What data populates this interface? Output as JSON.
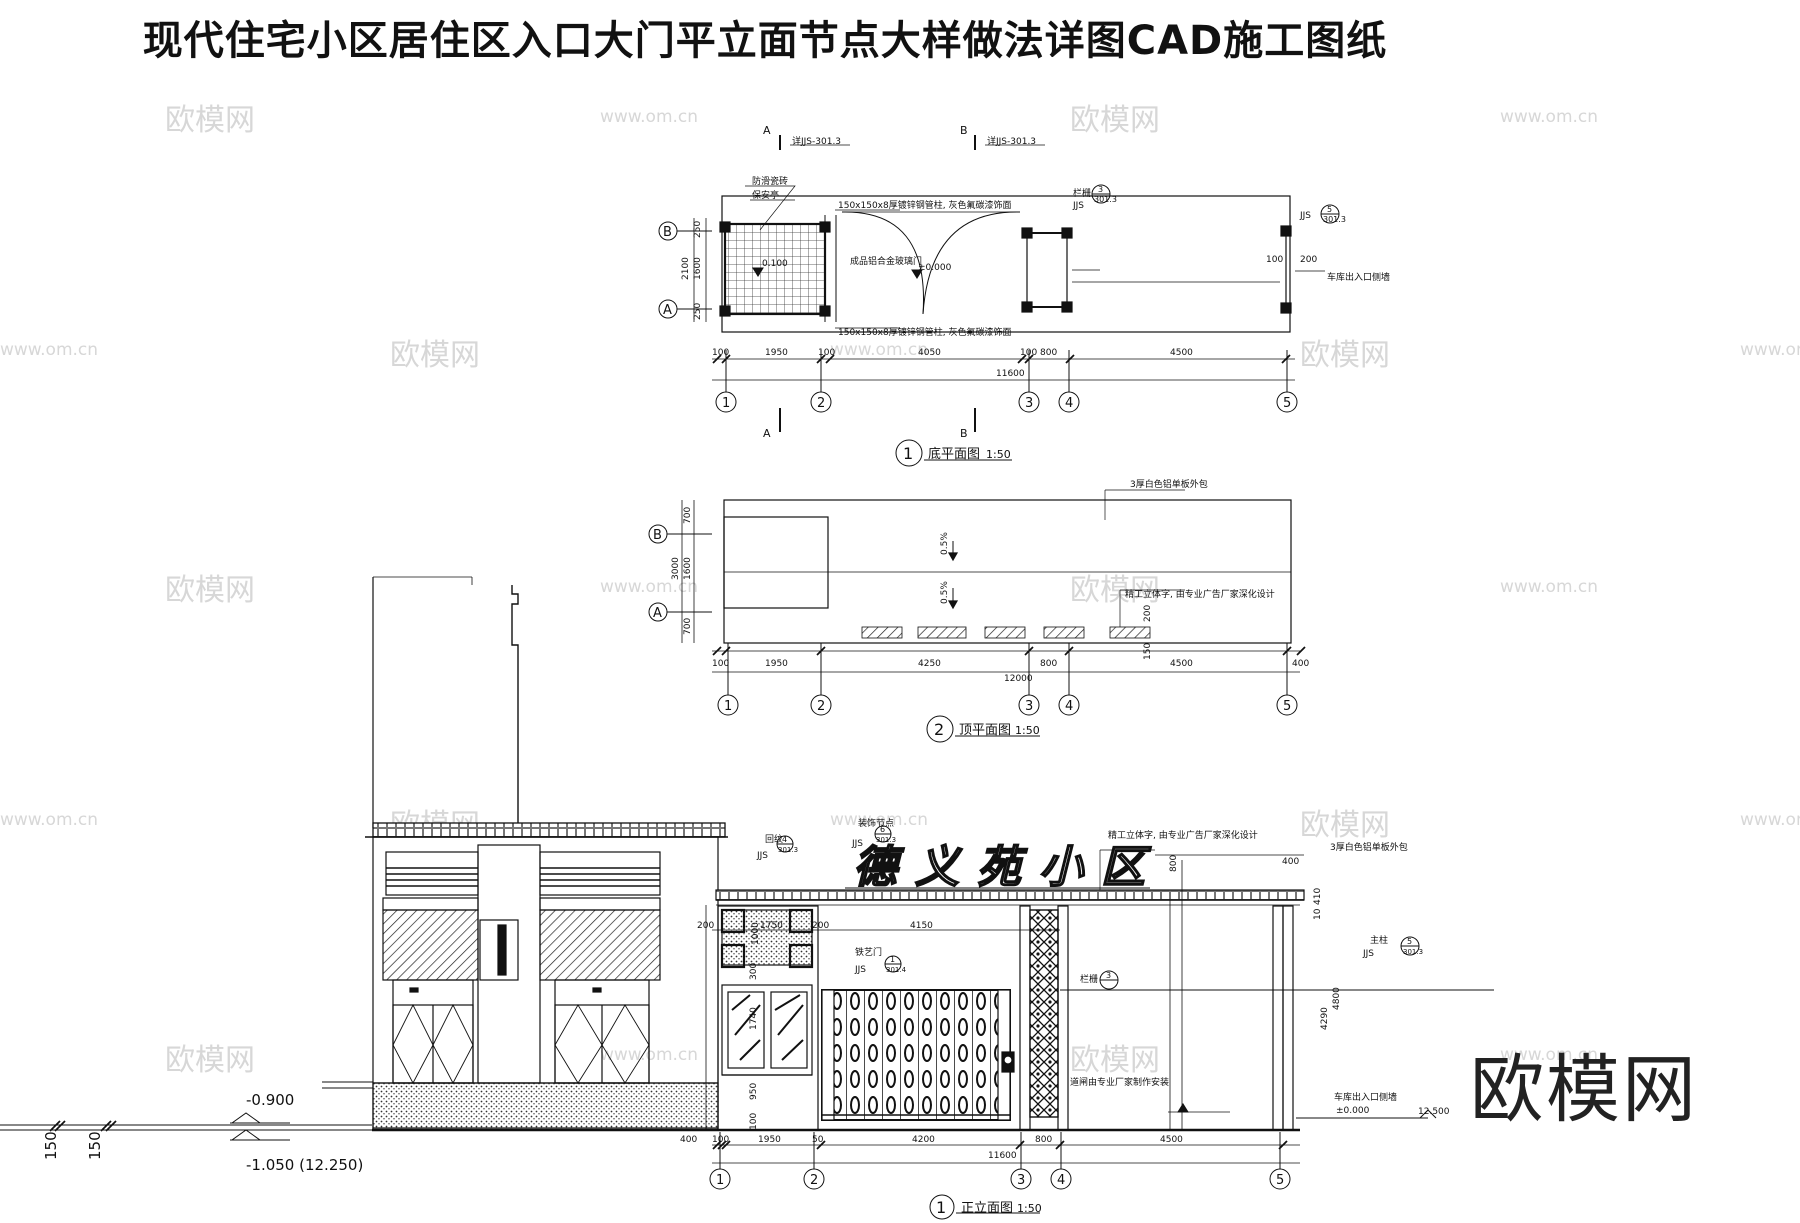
{
  "title": "现代住宅小区居住区入口大门平立面节点大样做法详图CAD施工图纸",
  "brand": "欧模网",
  "watermark_cn": "欧模网",
  "watermark_url": "www.om.cn",
  "axes": [
    "1",
    "2",
    "3",
    "4",
    "5"
  ],
  "grid_rows": [
    "A",
    "B"
  ],
  "plan1": {
    "num": "1",
    "title": "底平面图",
    "scale": "1:50",
    "sec_a": "A",
    "sec_b": "B",
    "sec_ref_a": "详JJS-301.3",
    "sec_ref_b": "详JJS-301.3",
    "dims_top": [
      "100",
      "1950",
      "100",
      "4050",
      "100",
      "800",
      "4500"
    ],
    "total": "11600",
    "dims_left": [
      "250",
      "1600",
      "250"
    ],
    "dim_left_total": "2100",
    "dim_right": [
      "100",
      "200"
    ],
    "notes": {
      "fangshui": "防滑瓷砖",
      "baoan": "保安亭",
      "steel_top": "150x150x8厚镀锌钢管柱, 灰色氟碳漆饰面",
      "steel_bot": "150x150x8厚镀锌钢管柱, 灰色氟碳漆饰面",
      "door": "成品铝合金玻璃门",
      "level_a": "0.100",
      "level_b": "±0.000",
      "lanqi": "栏栅",
      "lanqi_ref": "JJS",
      "lanqi_num": "3",
      "lanqi_sheet": "301.3",
      "exit": "车库出入口侧墙",
      "ref5_num": "5",
      "ref5_sheet": "301.3",
      "ref5_code": "JJS"
    }
  },
  "plan2": {
    "num": "2",
    "title": "顶平面图",
    "scale": "1:50",
    "note_roof": "3厚白色铝单板外包",
    "slope1": "0.5%",
    "slope2": "0.5%",
    "note_letters": "精工立体字, 由专业广告厂家深化设计",
    "dims_top": [
      "100",
      "1950",
      "4250",
      "800",
      "4500",
      "400"
    ],
    "total": "12000",
    "dims_left": [
      "700",
      "1600",
      "700"
    ],
    "dim_left_total": "3000",
    "dim_small": [
      "200",
      "150"
    ]
  },
  "elev": {
    "num": "1",
    "title": "正立面图",
    "scale": "1:50",
    "sign_text": "德义苑小区",
    "sign_note": "精工立体字, 由专业广告厂家深化设计",
    "roof_note": "3厚白色铝单板外包",
    "ref_lw": "回纹",
    "ref_lw_num": "4",
    "ref_lw_sheet": "301.3",
    "ref_lw_code": "JJS",
    "ref_zs": "装饰节点",
    "ref_zs_num": "6",
    "ref_zs_sheet": "301.3",
    "ref_zs_code": "JJS",
    "ref_gate": "铁艺门",
    "ref_gate_num": "1",
    "ref_gate_sheet": "301.4",
    "ref_gate_code": "JJS",
    "ref_lq": "栏栅",
    "ref_lq_num": "3",
    "ref_col": "主柱",
    "ref_col_num": "5",
    "ref_col_sheet": "301.3",
    "ref_col_code": "JJS",
    "gate_note": "道闸由专业厂家制作安装",
    "exit_note": "车库出入口侧墙",
    "dims_top_left": [
      "200",
      "1750",
      "200"
    ],
    "dim_4150": "4150",
    "dims_top_right": [
      "400",
      "800",
      "410",
      "10"
    ],
    "dims_vert_right": [
      "4290",
      "4800"
    ],
    "dims_vert_left": [
      "1000",
      "300",
      "1740",
      "950",
      "100"
    ],
    "dims_bottom": [
      "400",
      "100",
      "1950",
      "50",
      "4200",
      "800",
      "4500"
    ],
    "total": "11600",
    "level_0": "±0.000",
    "level_m0900": "-0.900",
    "level_m1050": "-1.050 (12.250)",
    "level_12500": "12.500",
    "dim_150a": "150",
    "dim_150b": "150"
  }
}
